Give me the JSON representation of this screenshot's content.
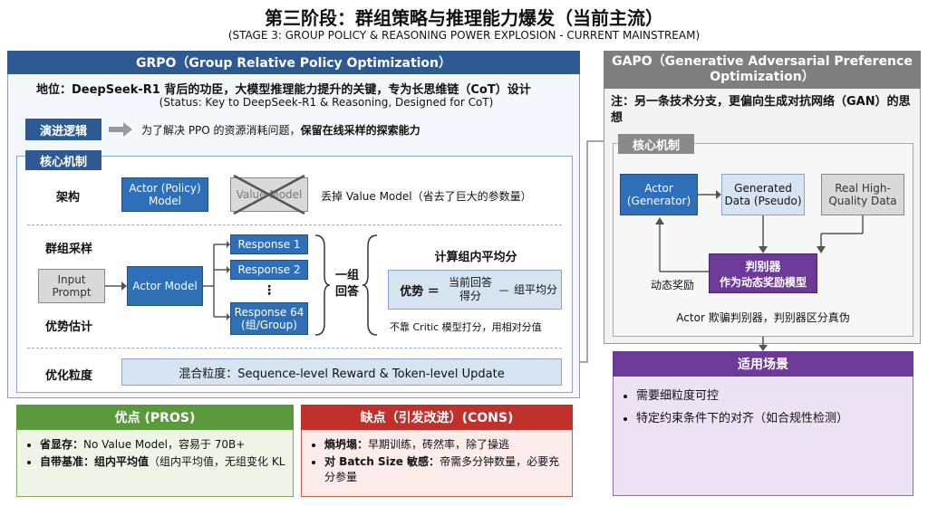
{
  "title": "第三阶段：群组策略与推理能力爆发（当前主流）",
  "subtitle": "(STAGE 3: GROUP POLICY & REASONING POWER EXPLOSION - CURRENT MAINSTREAM)",
  "grpo": {
    "header": "GRPO（Group Relative Policy Optimization）",
    "status_cn": "地位：DeepSeek-R1 背后的功臣，大模型推理能力提升的关键，专为长思维链（CoT）设计",
    "status_en": "(Status: Key to DeepSeek-R1 & Reasoning, Designed for CoT)",
    "evolution_label": "演进逻辑",
    "evolution_text_a": "为了解决 PPO 的资源消耗问题，",
    "evolution_text_b": "保留在线采样的探索能力",
    "core_label": "核心机制",
    "arch_label": "架构",
    "actor_policy": "Actor (Policy) Model",
    "value_model": "Value Model",
    "arch_note": "丢掉 Value Model（省去了巨大的参数量）",
    "group_sampling": "群组采样",
    "advantage_est": "优势估计",
    "input_prompt": "Input Prompt",
    "actor_model": "Actor Model",
    "responses": [
      "Response 1",
      "Response 2",
      "⋮",
      "Response 64 (组/Group)"
    ],
    "group_answer": "一组回答",
    "calc_title": "计算组内平均分",
    "adv_label": "优势 ＝",
    "adv_num": "当前回答得分",
    "adv_minus": "－",
    "adv_mean": "组平均分",
    "critic_note": "不靠 Critic 模型打分，用相对分值",
    "granularity_label": "优化粒度",
    "granularity_text": "混合粒度：Sequence-level Reward & Token-level Update"
  },
  "pros": {
    "header": "优点 (PROS)",
    "items": [
      {
        "bold": "省显存：",
        "text": "No Value Model，容易于 70B+"
      },
      {
        "bold": "自带基准：组内平均值",
        "text": "（组内平均值，无组变化 KL"
      }
    ]
  },
  "cons": {
    "header": "缺点（引发改进）(CONS)",
    "items": [
      {
        "bold": "熵坍塌：",
        "text": "早期训练，砖然率，除了操逃"
      },
      {
        "bold": "对 Batch Size 敏感：",
        "text": "帝需多分钟数量，必要充分参量"
      }
    ]
  },
  "gapo": {
    "header": "GAPO（Generative Adversarial Preference Optimization）",
    "note": "注：另一条技术分支，更偏向生成对抗网络（GAN）的思想",
    "core_label": "核心机制",
    "actor_generator": "Actor (Generator)",
    "generated_data": "Generated Data (Pseudo)",
    "real_data": "Real High-Quality Data",
    "discriminator_title": "判别器",
    "discriminator_sub": "作为动态奖励模型",
    "dynamic_reward": "动态奖励",
    "caption": "Actor 欺骗判别器，判别器区分真伪",
    "scenario_header": "适用场景",
    "scenarios": [
      "需要细粒度可控",
      "特定约束条件下的对齐（如合规性检测）"
    ]
  },
  "colors": {
    "blue_header": "#2e5a93",
    "gray_header": "#7f7f7f",
    "green_header": "#5a9a3c",
    "red_header": "#c0312b",
    "purple_header": "#6e3a99"
  }
}
